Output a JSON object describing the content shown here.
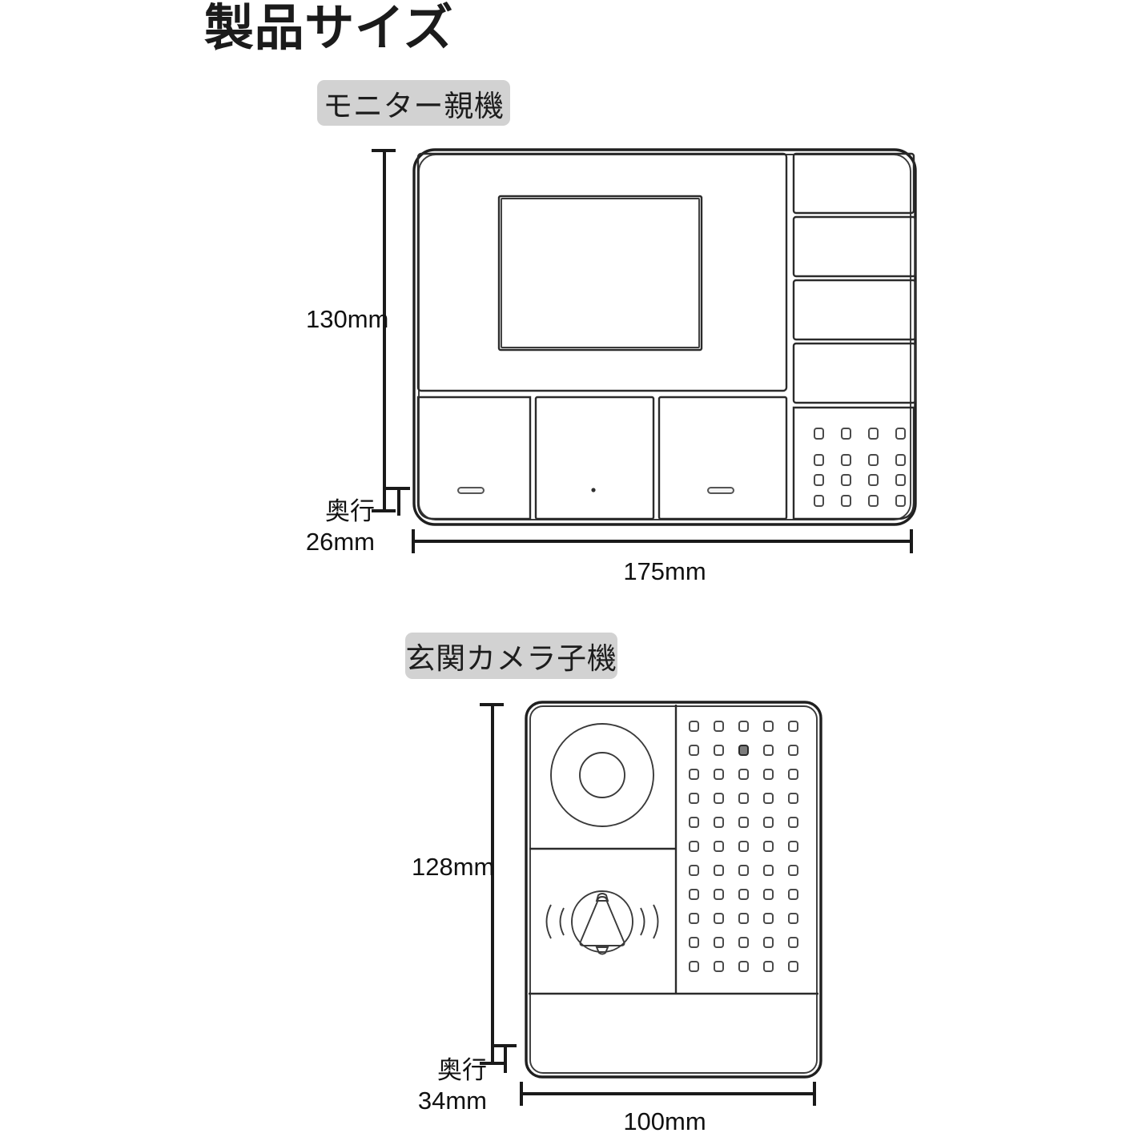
{
  "page": {
    "title": "製品サイズ",
    "background_color": "#ffffff",
    "ink_color": "#1a1a1a",
    "chip_color": "#d2d2d2"
  },
  "sections": [
    {
      "id": "monitor",
      "chip_label": "モニター親機",
      "dimensions": {
        "height": "130mm",
        "width": "175mm",
        "depth_label": "奥行",
        "depth_value": "26mm"
      },
      "parts": {
        "screen": "display-screen",
        "side_buttons_count": 4,
        "bottom_buttons_count": 3,
        "speaker_grille": "4x4-dot-grid"
      }
    },
    {
      "id": "door-camera",
      "chip_label": "玄関カメラ子機",
      "dimensions": {
        "height": "128mm",
        "width": "100mm",
        "depth_label": "奥行",
        "depth_value": "34mm"
      },
      "parts": {
        "camera_lens": "concentric-circles",
        "call_button": "doorbell-bell-icon-with-sound-waves",
        "speaker_grille": "5x11-dot-grid",
        "microphone_dot": "row2-col3"
      }
    }
  ],
  "icons": {
    "camera_lens": "camera-lens-icon",
    "doorbell": "doorbell-bell-icon",
    "sound_wave": "sound-wave-icon",
    "speaker_grille": "speaker-grille-icon",
    "button_slot": "button-slot-icon",
    "led_pinhole": "led-pinhole-icon",
    "microphone": "microphone-icon"
  }
}
